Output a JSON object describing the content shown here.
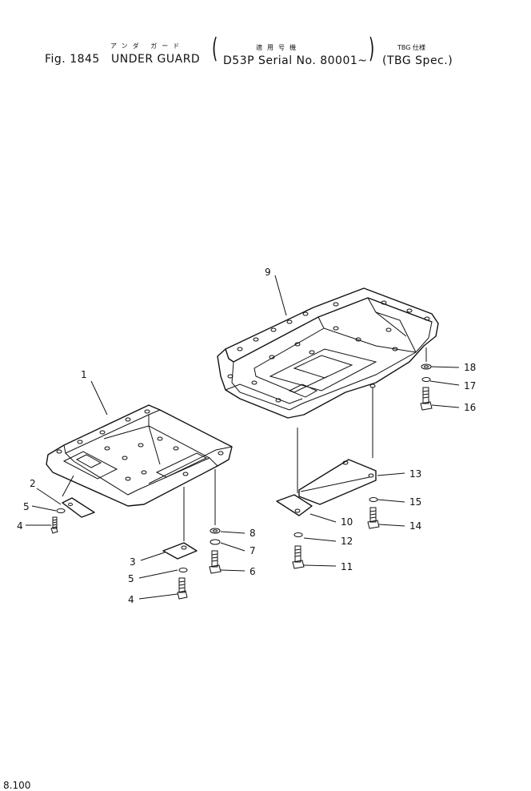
{
  "header": {
    "fig_label": "Fig. 1845",
    "title_en": "UNDER GUARD",
    "title_jp": "アンダ ガード",
    "serial_jp": "適用号機",
    "serial_text": "D53P Serial No. 80001~",
    "spec_jp": "TBG 仕様",
    "spec_text": "(TBG Spec.)"
  },
  "callouts": [
    "1",
    "2",
    "3",
    "4",
    "5",
    "6",
    "7",
    "8",
    "9",
    "10",
    "11",
    "12",
    "13",
    "14",
    "15",
    "16",
    "17",
    "18",
    "4",
    "5"
  ],
  "footer": {
    "page_code": "8.100"
  }
}
